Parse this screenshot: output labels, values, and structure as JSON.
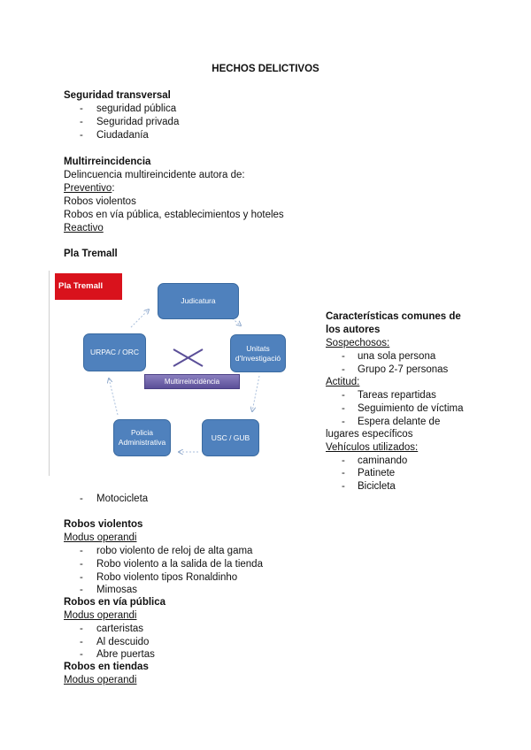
{
  "title": "HECHOS DELICTIVOS",
  "seguridad": {
    "heading": "Seguridad transversal",
    "items": [
      "seguridad pública",
      "Seguridad privada",
      "Ciudadanía"
    ]
  },
  "multi": {
    "heading": "Multirreincidencia",
    "line1": "Delincuencia multireincidente autora de:",
    "preventivo": "Preventivo",
    "colon": ":",
    "line2": "Robos violentos",
    "line3": "Robos en vía pública, establecimientos y hoteles",
    "reactivo": "Reactivo"
  },
  "pla": {
    "heading": "Pla Tremall",
    "diagram": {
      "label": "Pla Tremall",
      "nodes": {
        "judicatura": "Judicatura",
        "unitats": "Unitats d'Investigació",
        "usc": "USC / GUB",
        "policia": "Policia Administrativa",
        "urpac": "URPAC / ORC"
      },
      "center": "Multirreincidència"
    }
  },
  "caracteristicas": {
    "heading1": "Características comunes de",
    "heading2": "los autores",
    "sospechosos": "Sospechosos:",
    "sospechosos_items": [
      "una sola persona",
      "Grupo 2-7 personas"
    ],
    "actitud": "Actitud:",
    "actitud_items": [
      "Tareas repartidas",
      "Seguimiento de víctima",
      "Espera delante de"
    ],
    "actitud_cont": "lugares específicos",
    "vehiculos": "Vehículos utilizados:",
    "vehiculos_items": [
      "caminando",
      "Patinete",
      "Bicicleta"
    ]
  },
  "motocicleta": "Motocicleta",
  "robos_violentos": {
    "heading": "Robos violentos",
    "modus": "Modus operandi",
    "items": [
      "robo violento de reloj de alta gama",
      "Robo violento a la salida de la tienda",
      "Robo violento tipos Ronaldinho",
      "Mimosas"
    ]
  },
  "robos_via": {
    "heading": "Robos en vía pública",
    "modus": "Modus operandi",
    "items": [
      "carteristas",
      "Al descuido",
      "Abre puertas"
    ]
  },
  "robos_tiendas": {
    "heading": "Robos en tiendas",
    "modus": "Modus operandi"
  },
  "dash": "-"
}
